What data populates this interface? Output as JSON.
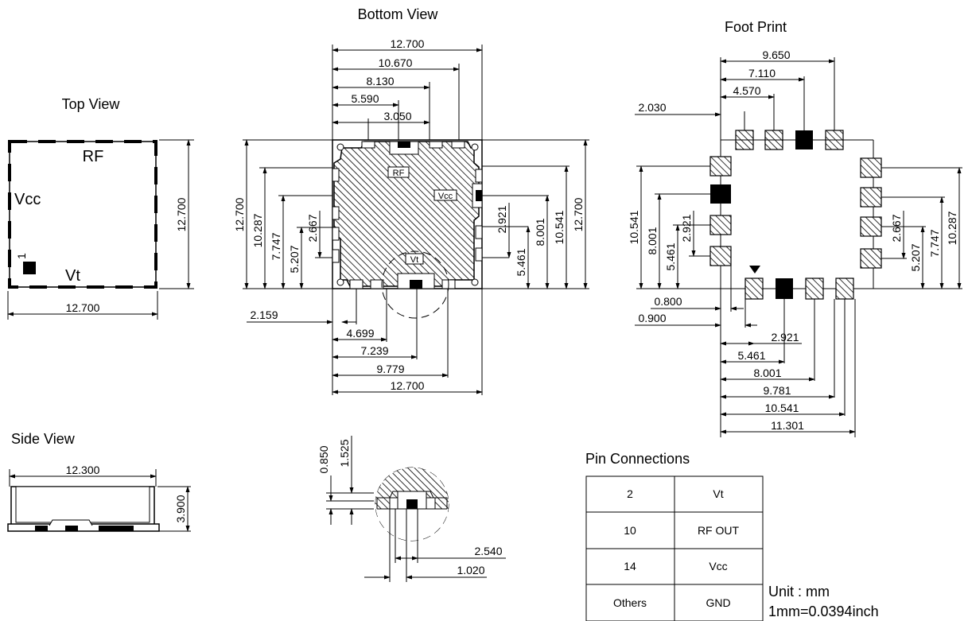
{
  "views": {
    "top_view": "Top View",
    "bottom_view": "Bottom View",
    "foot_print": "Foot Print",
    "side_view": "Side View",
    "pin_connections": "Pin Connections"
  },
  "top_view": {
    "rf": "RF",
    "vcc": "Vcc",
    "vt": "Vt",
    "pin1": "1",
    "width": "12.700",
    "height": "12.700"
  },
  "bottom_view": {
    "top_dims": [
      "12.700",
      "10.670",
      "8.130",
      "5.590",
      "3.050"
    ],
    "left_dims": [
      "12.700",
      "10.287",
      "7.747",
      "5.207",
      "2.667"
    ],
    "right_dims": [
      "2.921",
      "5.461",
      "8.001",
      "10.541",
      "12.700"
    ],
    "bottom_dims": [
      "2.159",
      "4.699",
      "7.239",
      "9.779",
      "12.700"
    ],
    "rf": "RF",
    "vcc": "Vcc",
    "vt": "Vt"
  },
  "foot_print": {
    "top_dims": [
      "9.650",
      "7.110",
      "4.570",
      "2.030"
    ],
    "left_dims": [
      "10.541",
      "8.001",
      "5.461",
      "2.921"
    ],
    "right_dims": [
      "2.667",
      "5.207",
      "7.747",
      "10.287"
    ],
    "bottom_dims": [
      "0.800",
      "0.900",
      "2.921",
      "5.461",
      "8.001",
      "9.781",
      "10.541",
      "11.301"
    ]
  },
  "side_view": {
    "width": "12.300",
    "height": "3.900"
  },
  "detail": {
    "dims": [
      "0.850",
      "1.525",
      "2.540",
      "1.020"
    ]
  },
  "pin_table": {
    "rows": [
      {
        "pin": "2",
        "function": "Vt"
      },
      {
        "pin": "10",
        "function": "RF OUT"
      },
      {
        "pin": "14",
        "function": "Vcc"
      },
      {
        "pin": "Others",
        "function": "GND"
      }
    ]
  },
  "units": {
    "unit": "Unit : mm",
    "conversion": "1mm=0.0394inch"
  }
}
